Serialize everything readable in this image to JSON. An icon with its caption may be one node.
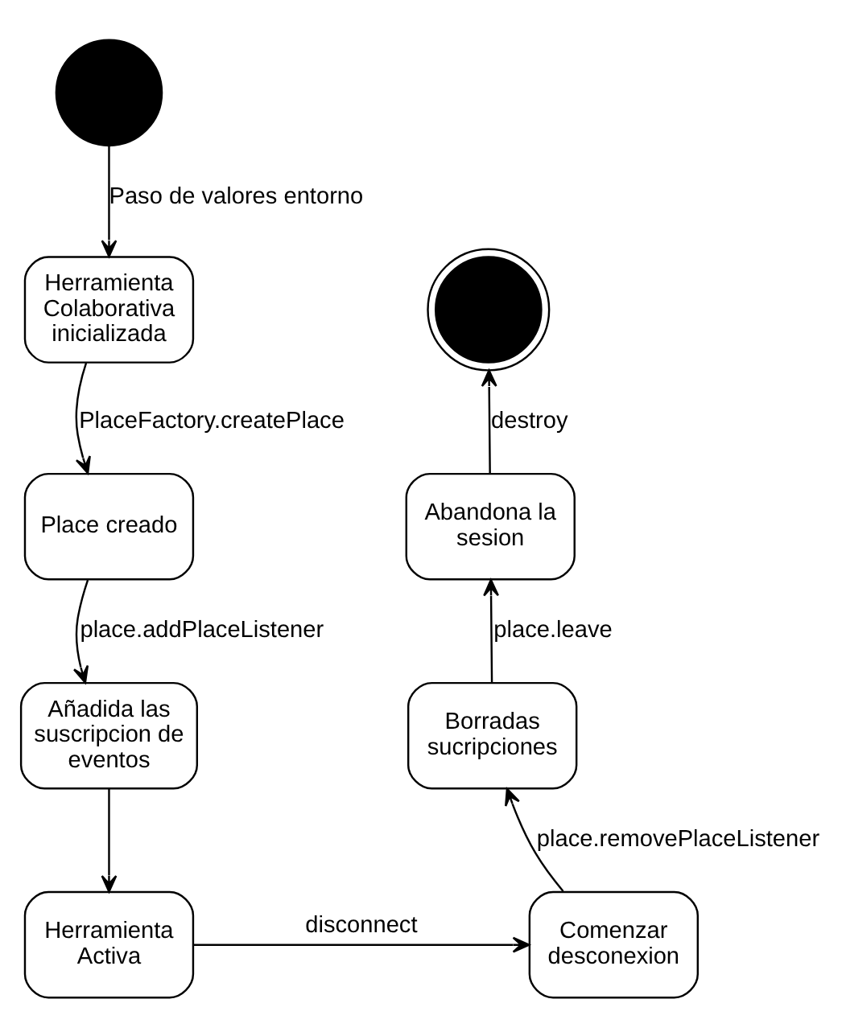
{
  "diagram": {
    "nodes": [
      {
        "text": [],
        "shape": "circle"
      },
      {
        "text": [
          "Herramienta Colaborativa inicializada"
        ]
      },
      {
        "text": [
          "Place creado"
        ]
      },
      {
        "text": [
          "Añadida las suscripcion de eventos"
        ]
      },
      {
        "text": [
          "Herramienta Activa"
        ]
      },
      {
        "text": [
          "Comenzar desconexion"
        ]
      },
      {
        "text": [
          "Borradas sucripciones"
        ]
      },
      {
        "text": [
          "Abandona la sesion"
        ]
      },
      {
        "text": [],
        "shape": "bullseye"
      }
    ],
    "edges": [
      {
        "from": 0,
        "to": 1,
        "arrow": "to",
        "label": "Paso de valores entorno"
      },
      {
        "from": 1,
        "to": 2,
        "arrow": "to",
        "label": "PlaceFactory.createPlace"
      },
      {
        "from": 2,
        "to": 3,
        "arrow": "to",
        "label": "place.addPlaceListener"
      },
      {
        "from": 3,
        "to": 4,
        "arrow": "to"
      },
      {
        "from": 4,
        "to": 5,
        "arrow": "to",
        "label": "disconnect"
      },
      {
        "from": 5,
        "to": 6,
        "arrow": "to",
        "label": "place.removePlaceListener"
      },
      {
        "from": 6,
        "to": 7,
        "arrow": "to",
        "label": "place.leave"
      },
      {
        "from": 7,
        "to": 8,
        "arrow": "to",
        "label": "destroy"
      }
    ]
  }
}
